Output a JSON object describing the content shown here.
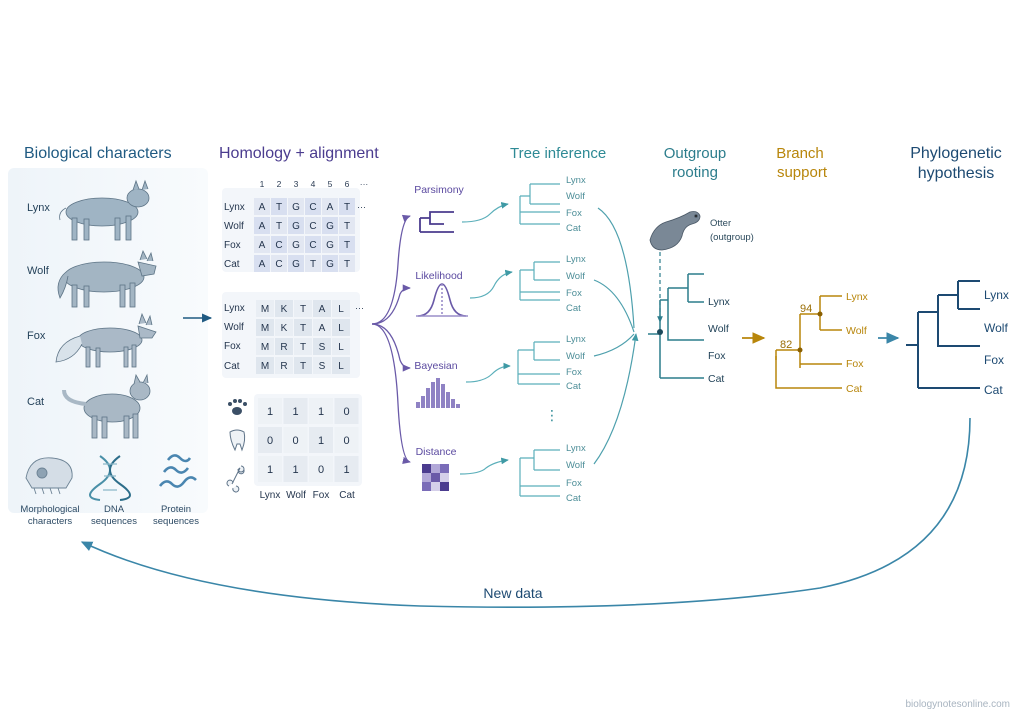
{
  "stages": {
    "bio": "Biological characters",
    "homology": "Homology + alignment",
    "tree_inference": "Tree inference",
    "outgroup_line1": "Outgroup",
    "outgroup_line2": "rooting",
    "branch_line1": "Branch",
    "branch_line2": "support",
    "phylo_line1": "Phylogenetic",
    "phylo_line2": "hypothesis"
  },
  "taxa": [
    "Lynx",
    "Wolf",
    "Fox",
    "Cat"
  ],
  "data_types": {
    "morph_line1": "Morphological",
    "morph_line2": "characters",
    "dna_line1": "DNA",
    "dna_line2": "sequences",
    "protein_line1": "Protein",
    "protein_line2": "sequences"
  },
  "alignment": {
    "positions": [
      "1",
      "2",
      "3",
      "4",
      "5",
      "6",
      "···"
    ],
    "dna": [
      [
        "A",
        "T",
        "G",
        "C",
        "A",
        "T"
      ],
      [
        "A",
        "T",
        "G",
        "C",
        "G",
        "T"
      ],
      [
        "A",
        "C",
        "G",
        "C",
        "G",
        "T"
      ],
      [
        "A",
        "C",
        "G",
        "T",
        "G",
        "T"
      ]
    ],
    "dna_ellipsis": "···",
    "protein": [
      [
        "M",
        "K",
        "T",
        "A",
        "L"
      ],
      [
        "M",
        "K",
        "T",
        "A",
        "L"
      ],
      [
        "M",
        "R",
        "T",
        "S",
        "L"
      ],
      [
        "M",
        "R",
        "T",
        "S",
        "L"
      ]
    ],
    "protein_ellipsis": "···"
  },
  "morph_matrix": {
    "rows": [
      [
        "1",
        "1",
        "1",
        "0"
      ],
      [
        "0",
        "0",
        "1",
        "0"
      ],
      [
        "1",
        "1",
        "0",
        "1"
      ]
    ],
    "cols": [
      "Lynx",
      "Wolf",
      "Fox",
      "Cat"
    ]
  },
  "methods": [
    "Parsimony",
    "Likelihood",
    "Bayesian",
    "Distance"
  ],
  "candidate_tree_ellipsis": "⋮",
  "outgroup": {
    "name": "Otter",
    "label": "(outgroup)"
  },
  "support": {
    "upper": "94",
    "lower": "82"
  },
  "feedback_label": "New data",
  "watermark": "biologynotesonline.com",
  "colors": {
    "bio": "#1f5a82",
    "homology": "#4b3c8f",
    "methods": "#5b4aa0",
    "tree": "#2e8a95",
    "outgroup": "#2c7d8c",
    "support": "#b8860b",
    "phylo": "#1d4a72"
  }
}
